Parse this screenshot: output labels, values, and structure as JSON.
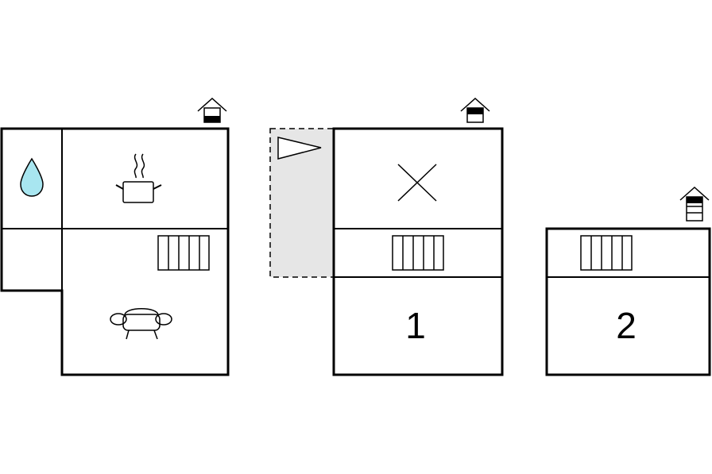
{
  "colors": {
    "wall": "#000000",
    "background": "#ffffff",
    "water": "#a8e6f0",
    "terrace": "#e6e6e6"
  },
  "units": [
    {
      "id": "unit-a",
      "rooms": [
        {
          "kind": "bathroom",
          "icon": "water-drop-icon"
        },
        {
          "kind": "kitchen",
          "icon": "cooking-pot-icon"
        },
        {
          "kind": "storage",
          "icon": ""
        },
        {
          "kind": "living-room",
          "icons": [
            "radiator-icon",
            "sofa-icon"
          ]
        }
      ],
      "level_marker": "floor-level-icon"
    },
    {
      "id": "unit-b",
      "terrace": {
        "icon": "flag-pennant-icon"
      },
      "rooms": [
        {
          "kind": "open-space",
          "icon": "cross-icon"
        },
        {
          "kind": "hall",
          "icon": "radiator-icon"
        },
        {
          "kind": "bedroom",
          "label": "1"
        }
      ],
      "level_marker": "floor-level-icon"
    },
    {
      "id": "unit-c",
      "rooms": [
        {
          "kind": "hall",
          "icon": "radiator-icon"
        },
        {
          "kind": "bedroom",
          "label": "2"
        }
      ],
      "level_marker": "floor-level-icon"
    }
  ]
}
